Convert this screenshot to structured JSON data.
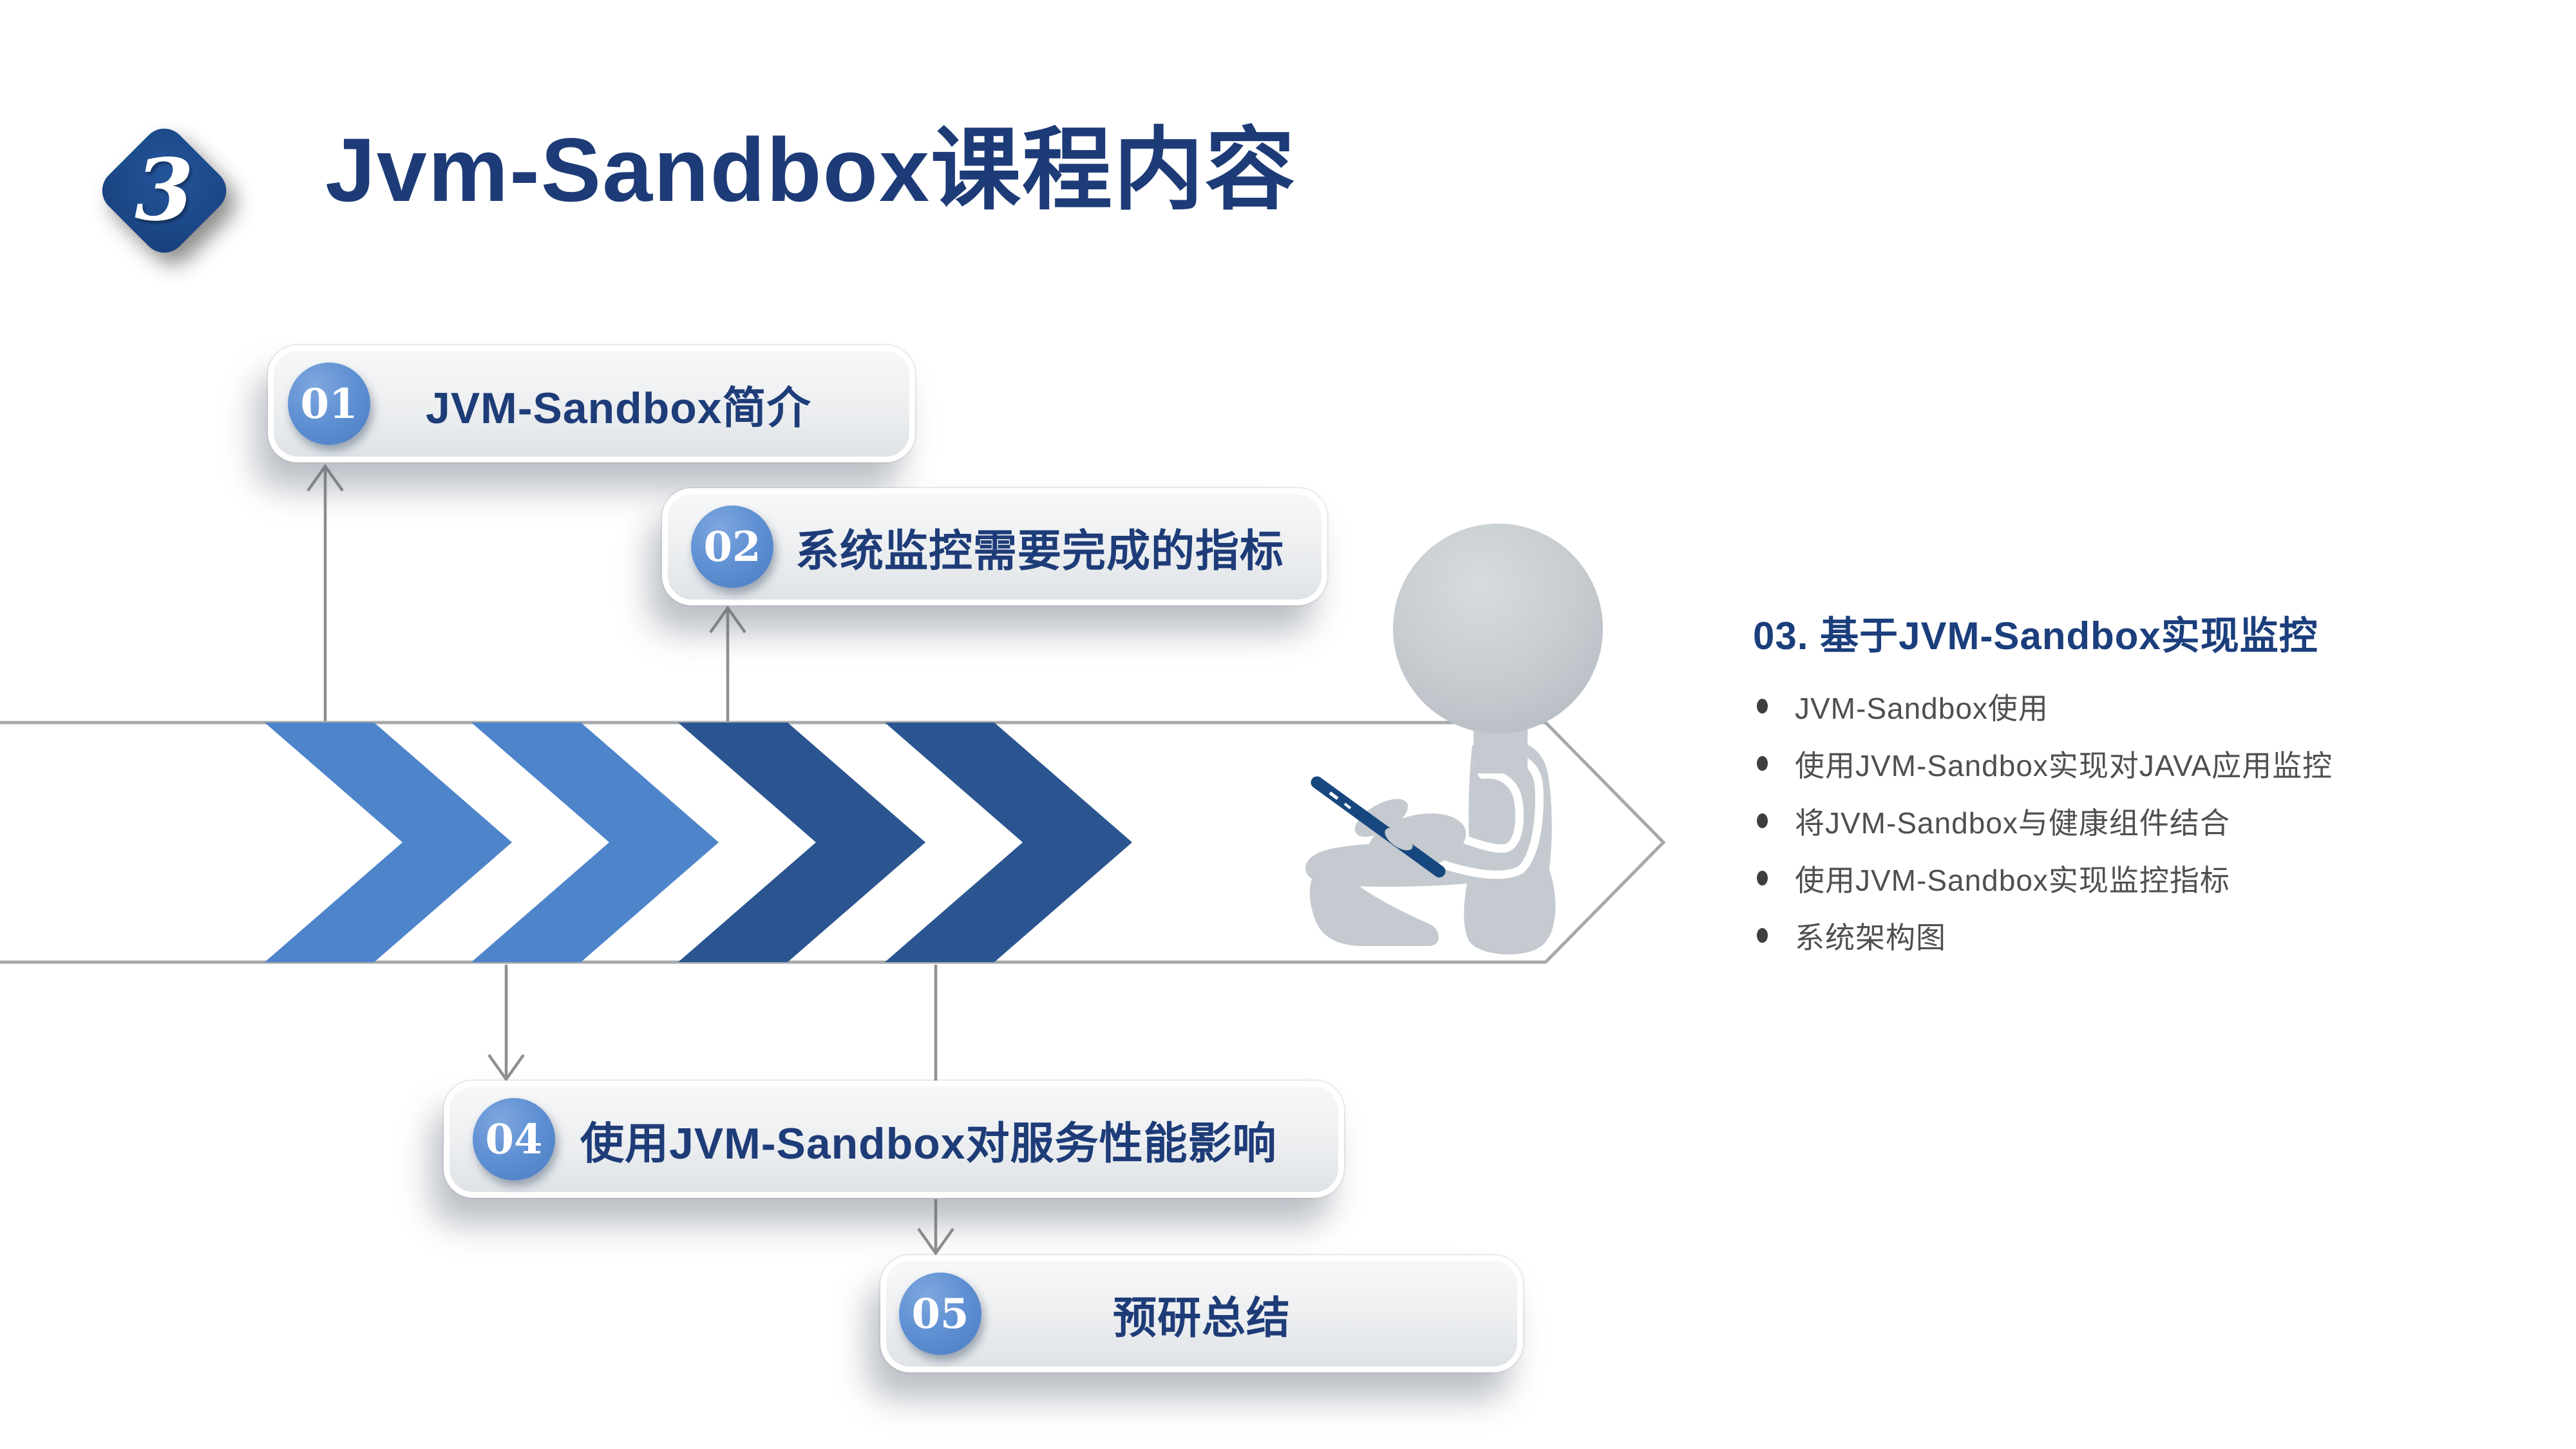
{
  "slide": {
    "section_number": "3",
    "title": "Jvm-Sandbox课程内容"
  },
  "banners": [
    {
      "number": "01",
      "label": "JVM-Sandbox简介"
    },
    {
      "number": "02",
      "label": "系统监控需要完成的指标"
    },
    {
      "number": "04",
      "label": "使用JVM-Sandbox对服务性能影响"
    },
    {
      "number": "05",
      "label": "预研总结"
    }
  ],
  "detail_panel": {
    "title": "03. 基于JVM-Sandbox实现监控",
    "bullets": [
      "JVM-Sandbox使用",
      "使用JVM-Sandbox实现对JAVA应用监控",
      "将JVM-Sandbox与健康组件结合",
      "使用JVM-Sandbox实现监控指标",
      "系统架构图"
    ]
  },
  "icons": {
    "section_badge": "diamond-number-badge",
    "process_band": "forward-chevron-arrow-band",
    "person": "sitting-person-writing-illustration",
    "connectors": "flow-connector-arrows"
  },
  "colors": {
    "navy_text": "#1E3C78",
    "title_navy": "#1D3B77",
    "detail_title_navy": "#1B3E7C",
    "chevron_light_blue": "#4E84CA",
    "chevron_dark_blue": "#2A5590",
    "number_circle_blue": "#5E90D3",
    "diamond_blue": "#1C4A8A",
    "person_gray": "#C4CACF",
    "pen_navy": "#17477F",
    "band_border_gray": "#A6A9AC",
    "connector_gray": "#8F8F8F",
    "bullet_text_gray": "#4F4F4F",
    "banner_fill_gray": "#ECEEF0"
  }
}
